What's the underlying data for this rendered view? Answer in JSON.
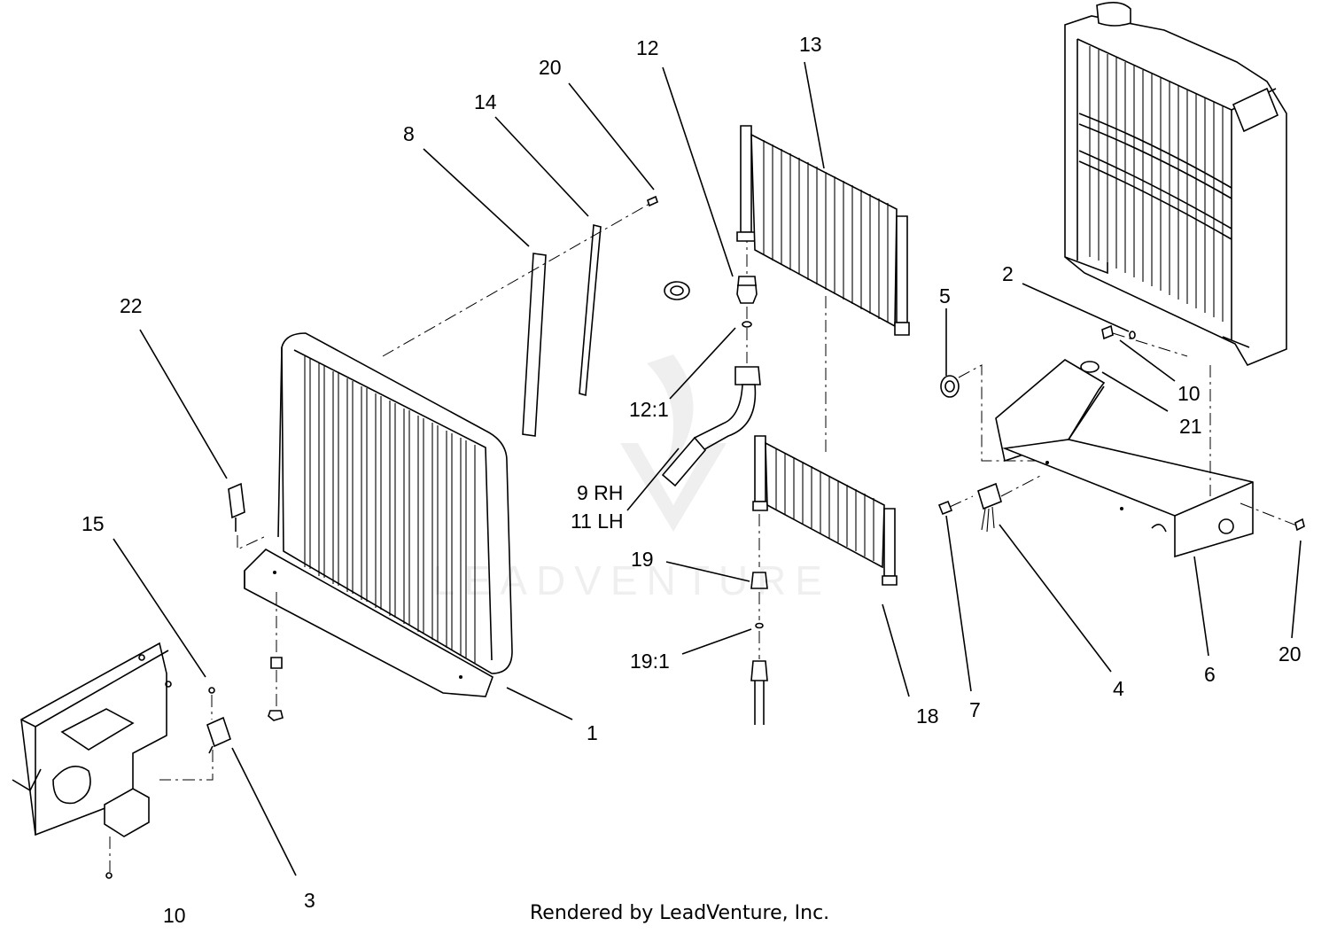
{
  "callouts": [
    {
      "id": "c22",
      "text": "22"
    },
    {
      "id": "c15",
      "text": "15"
    },
    {
      "id": "c10a",
      "text": "10"
    },
    {
      "id": "c3",
      "text": "3"
    },
    {
      "id": "c8",
      "text": "8"
    },
    {
      "id": "c14",
      "text": "14"
    },
    {
      "id": "c20a",
      "text": "20"
    },
    {
      "id": "c12",
      "text": "12"
    },
    {
      "id": "c13",
      "text": "13"
    },
    {
      "id": "c12_1",
      "text": "12:1"
    },
    {
      "id": "c9rh",
      "text": "9 RH"
    },
    {
      "id": "c11lh",
      "text": "11 LH"
    },
    {
      "id": "c19",
      "text": "19"
    },
    {
      "id": "c19_1",
      "text": "19:1"
    },
    {
      "id": "c1",
      "text": "1"
    },
    {
      "id": "c18",
      "text": "18"
    },
    {
      "id": "c7",
      "text": "7"
    },
    {
      "id": "c5",
      "text": "5"
    },
    {
      "id": "c2",
      "text": "2"
    },
    {
      "id": "c10b",
      "text": "10"
    },
    {
      "id": "c21",
      "text": "21"
    },
    {
      "id": "c4",
      "text": "4"
    },
    {
      "id": "c6",
      "text": "6"
    },
    {
      "id": "c20b",
      "text": "20"
    }
  ],
  "footer": "Rendered by LeadVenture, Inc.",
  "watermark": "LEADVENTURE"
}
